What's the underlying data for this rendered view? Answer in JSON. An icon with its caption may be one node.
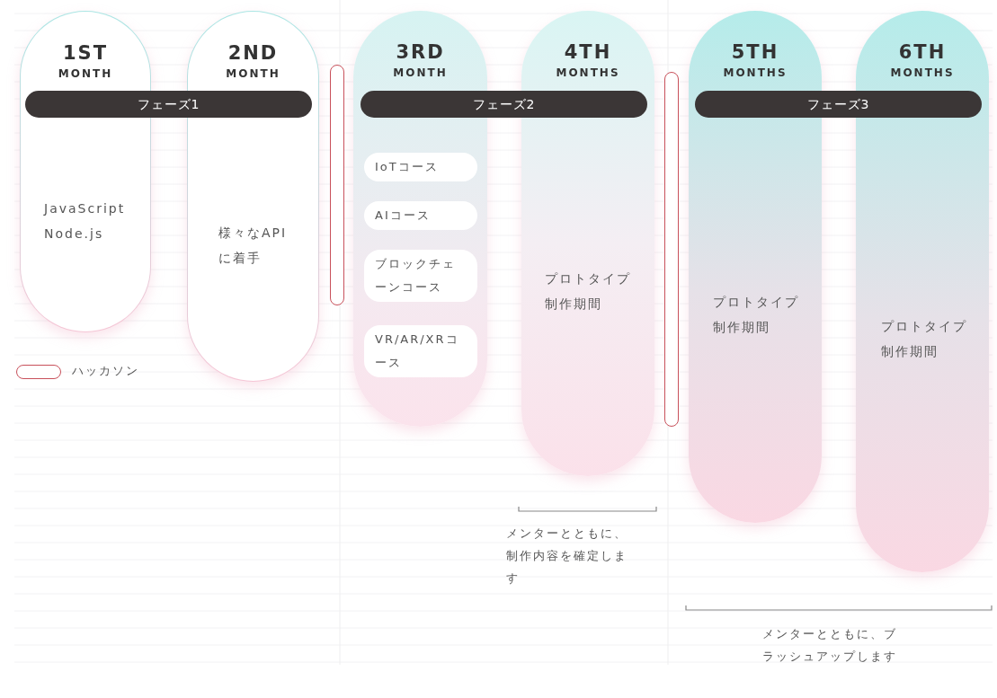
{
  "diagram": {
    "nodes": [
      {
        "text": [
          "1ST",
          "MONTH",
          "JavaScript",
          "Node.js"
        ]
      },
      {
        "text": [
          "2ND",
          "MONTH",
          "様々なAPIに着手"
        ]
      },
      {
        "text": [],
        "shape": "bar"
      },
      {
        "text": [
          "3RD",
          "MONTH"
        ]
      },
      {
        "text": [
          "4TH",
          "MONTHS",
          "プロトタイプ制作期間"
        ]
      },
      {
        "text": [],
        "shape": "bar"
      },
      {
        "text": [
          "5TH",
          "MONTHS",
          "プロトタイプ制作期間"
        ]
      },
      {
        "text": [
          "6TH",
          "MONTHS",
          "プロトタイプ制作期間"
        ]
      },
      {
        "text": [
          "フェーズ1"
        ]
      },
      {
        "text": [
          "フェーズ2"
        ]
      },
      {
        "text": [
          "フェーズ3"
        ]
      },
      {
        "text": [
          "IoTコース"
        ],
        "in": 3
      },
      {
        "text": [
          "AIコース"
        ],
        "in": 3
      },
      {
        "text": [
          "ブロックチェーンコース"
        ],
        "in": 3
      },
      {
        "text": [
          "VR/AR/XRコース"
        ],
        "in": 3
      }
    ],
    "labels": [
      "メンターとともに、制作内容を確定します",
      "メンターとともに、ブラッシュアップします"
    ],
    "legend": [
      {
        "text": "ハッカソン"
      }
    ]
  }
}
